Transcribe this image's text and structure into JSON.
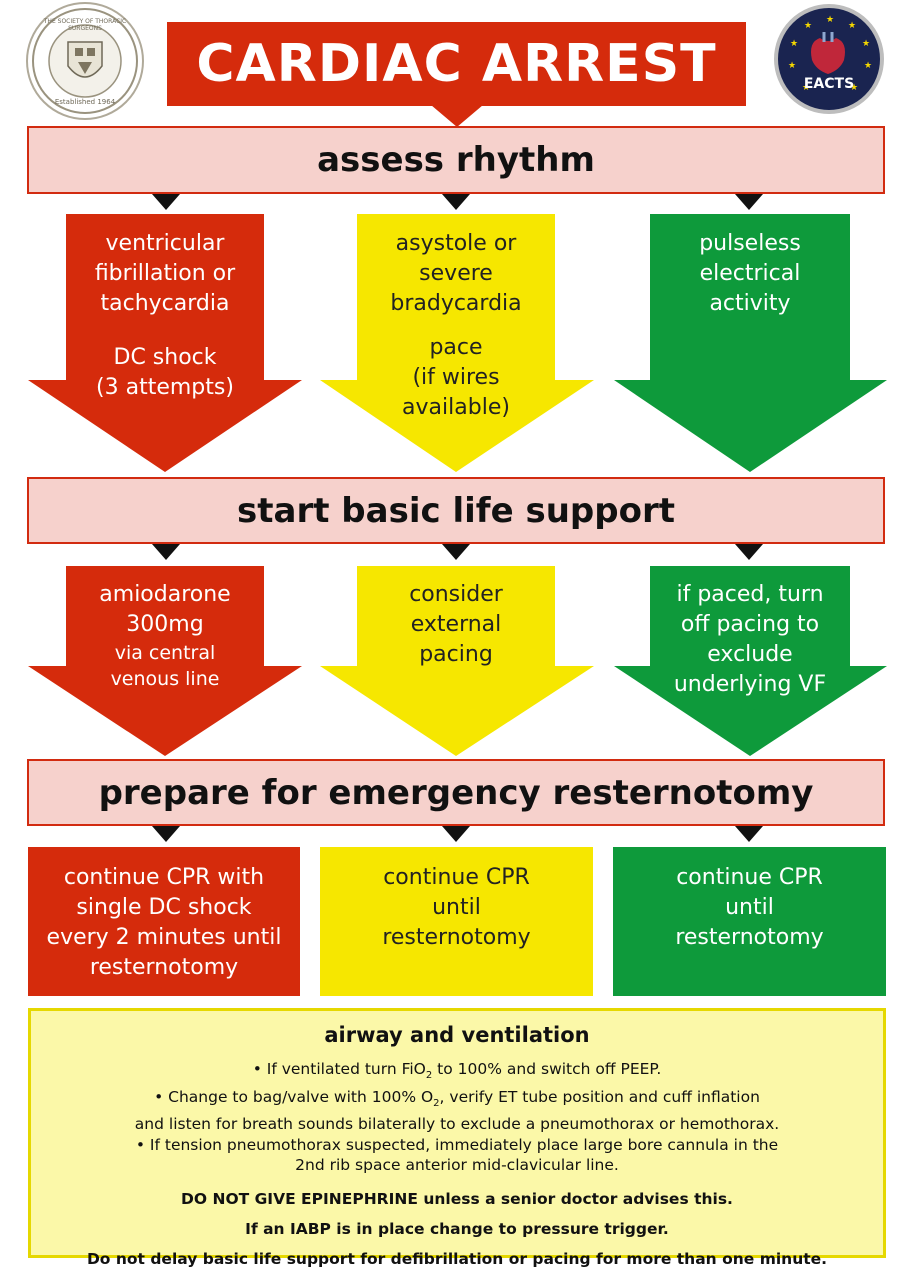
{
  "title": "CARDIAC ARREST",
  "logos": {
    "sts_text": "THE SOCIETY OF THORACIC SURGEONS",
    "sts_established": "Established 1964",
    "eacts_text": "EACTS"
  },
  "colors": {
    "red": "#d52b0c",
    "yellow": "#f6e700",
    "green": "#0e9a3b",
    "band": "#f6d1cc"
  },
  "band1": "assess rhythm",
  "band2": "start basic life support",
  "band3": "prepare for emergency resternotomy",
  "row1": {
    "red": {
      "l1": "ventricular",
      "l2": "fibrillation or",
      "l3": "tachycardia",
      "l4": "DC shock",
      "l5": "(3 attempts)"
    },
    "yellow": {
      "l1": "asystole or",
      "l2": "severe",
      "l3": "bradycardia",
      "l4": "pace",
      "l5": "(if wires",
      "l6": "available)"
    },
    "green": {
      "l1": "pulseless",
      "l2": "electrical",
      "l3": "activity"
    }
  },
  "row2": {
    "red": {
      "l1": "amiodarone",
      "l2": "300mg",
      "l3": "via central",
      "l4": "venous line"
    },
    "yellow": {
      "l1": "consider",
      "l2": "external",
      "l3": "pacing"
    },
    "green": {
      "l1": "if paced, turn",
      "l2": "off pacing to",
      "l3": "exclude",
      "l4": "underlying VF"
    }
  },
  "row3": {
    "red": {
      "l1": "continue CPR with",
      "l2": "single DC shock",
      "l3": "every 2 minutes until",
      "l4": "resternotomy"
    },
    "yellow": {
      "l1": "continue CPR",
      "l2": "until",
      "l3": "resternotomy"
    },
    "green": {
      "l1": "continue CPR",
      "l2": "until",
      "l3": "resternotomy"
    }
  },
  "airway": {
    "heading": "airway and ventilation",
    "b1_pre": "• If ventilated turn FiO",
    "b1_sub": "2",
    "b1_post": " to 100% and switch off PEEP.",
    "b2_pre": "• Change to bag/valve with 100% O",
    "b2_sub": "2",
    "b2_post": ", verify ET tube position and cuff inflation",
    "b2_line2": "and listen for breath sounds bilaterally to exclude a pneumothorax or hemothorax.",
    "b3_line1": "• If tension pneumothorax suspected, immediately place large bore cannula in the",
    "b3_line2": "2nd rib space anterior mid-clavicular line.",
    "w1_bold": "DO NOT GIVE EPINEPHRINE",
    "w1_rest": " unless a senior doctor advises this.",
    "w2": "If an IABP is in place change to pressure trigger.",
    "w3": "Do not delay basic life support for defibrillation or pacing for more than one minute."
  }
}
